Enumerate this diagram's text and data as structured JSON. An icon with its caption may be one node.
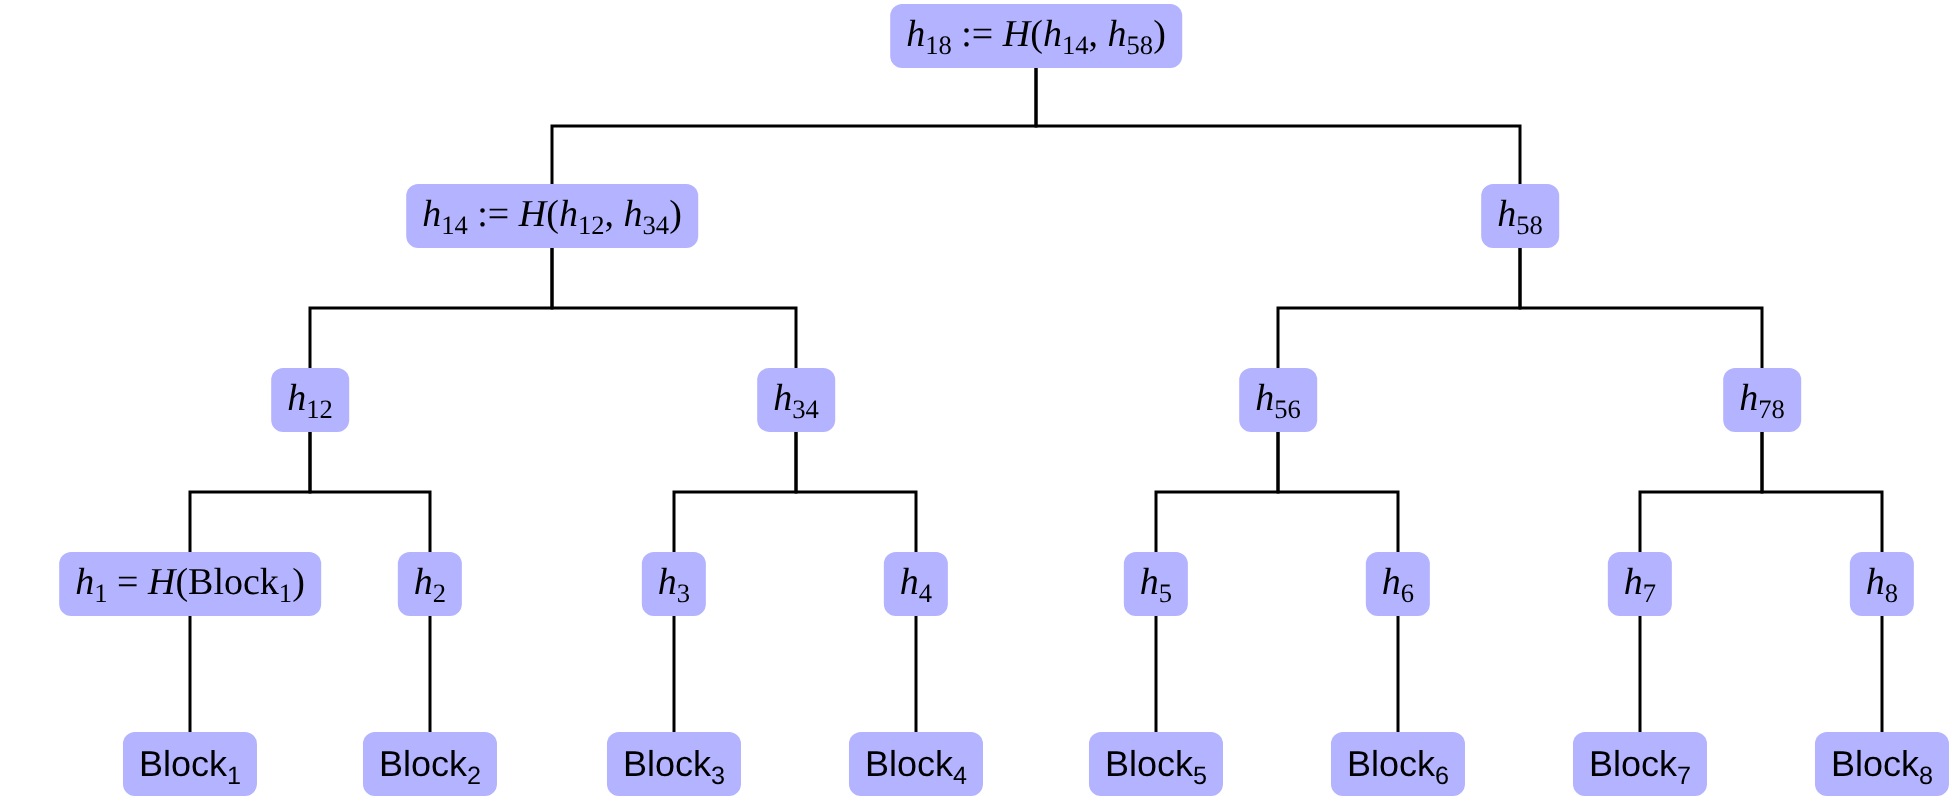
{
  "diagram": {
    "nodes": [
      {
        "text": [
          "*h*$_{18}$ := *H*(*h*$_{14}$, *h*$_{58}$)"
        ]
      },
      {
        "text": [
          "*h*$_{14}$ := *H*(*h*$_{12}$, *h*$_{34}$)"
        ]
      },
      {
        "text": [
          "*h*$_{58}$"
        ]
      },
      {
        "text": [
          "*h*$_{12}$"
        ]
      },
      {
        "text": [
          "*h*$_{34}$"
        ]
      },
      {
        "text": [
          "*h*$_{56}$"
        ]
      },
      {
        "text": [
          "*h*$_{78}$"
        ]
      },
      {
        "text": [
          "*h*$_{1}$ = *H*(Block$_{1}$)"
        ]
      },
      {
        "text": [
          "*h*$_{2}$"
        ]
      },
      {
        "text": [
          "*h*$_{3}$"
        ]
      },
      {
        "text": [
          "*h*$_{4}$"
        ]
      },
      {
        "text": [
          "*h*$_{5}$"
        ]
      },
      {
        "text": [
          "*h*$_{6}$"
        ]
      },
      {
        "text": [
          "*h*$_{7}$"
        ]
      },
      {
        "text": [
          "*h*$_{8}$"
        ]
      },
      {
        "text": [
          "Block$_{1}$"
        ]
      },
      {
        "text": [
          "Block$_{2}$"
        ]
      },
      {
        "text": [
          "Block$_{3}$"
        ]
      },
      {
        "text": [
          "Block$_{4}$"
        ]
      },
      {
        "text": [
          "Block$_{5}$"
        ]
      },
      {
        "text": [
          "Block$_{6}$"
        ]
      },
      {
        "text": [
          "Block$_{7}$"
        ]
      },
      {
        "text": [
          "Block$_{8}$"
        ]
      }
    ],
    "edges": [
      {
        "from": 0,
        "to": 1,
        "arrow": "none"
      },
      {
        "from": 0,
        "to": 2,
        "arrow": "none"
      },
      {
        "from": 1,
        "to": 3,
        "arrow": "none"
      },
      {
        "from": 1,
        "to": 4,
        "arrow": "none"
      },
      {
        "from": 2,
        "to": 5,
        "arrow": "none"
      },
      {
        "from": 2,
        "to": 6,
        "arrow": "none"
      },
      {
        "from": 3,
        "to": 7,
        "arrow": "none"
      },
      {
        "from": 3,
        "to": 8,
        "arrow": "none"
      },
      {
        "from": 4,
        "to": 9,
        "arrow": "none"
      },
      {
        "from": 4,
        "to": 10,
        "arrow": "none"
      },
      {
        "from": 5,
        "to": 11,
        "arrow": "none"
      },
      {
        "from": 5,
        "to": 12,
        "arrow": "none"
      },
      {
        "from": 6,
        "to": 13,
        "arrow": "none"
      },
      {
        "from": 6,
        "to": 14,
        "arrow": "none"
      },
      {
        "from": 7,
        "to": 15,
        "arrow": "none"
      },
      {
        "from": 8,
        "to": 16,
        "arrow": "none"
      },
      {
        "from": 9,
        "to": 17,
        "arrow": "none"
      },
      {
        "from": 10,
        "to": 18,
        "arrow": "none"
      },
      {
        "from": 11,
        "to": 19,
        "arrow": "none"
      },
      {
        "from": 12,
        "to": 20,
        "arrow": "none"
      },
      {
        "from": 13,
        "to": 21,
        "arrow": "none"
      },
      {
        "from": 14,
        "to": 22,
        "arrow": "none"
      }
    ]
  }
}
